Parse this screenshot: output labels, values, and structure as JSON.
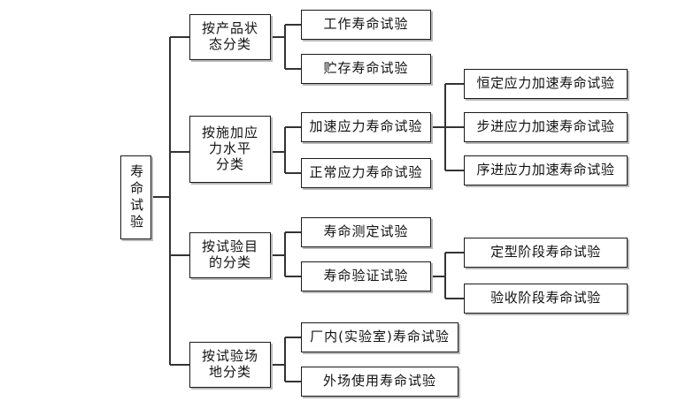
{
  "diagram": {
    "type": "tree",
    "orientation": "left-to-right",
    "background_color": "#ffffff",
    "box_border_color": "#1a1a1a",
    "box_fill_color": "#ffffff",
    "shadow_color": "#b9b9b9",
    "connector_color": "#333333",
    "root": {
      "label": "寿命试验",
      "orientation": "vertical-text"
    },
    "categories": [
      {
        "label": "按产品状\n态分类",
        "children": [
          {
            "label": "工作寿命试验",
            "children": []
          },
          {
            "label": "贮存寿命试验",
            "children": []
          }
        ]
      },
      {
        "label": "按施加应\n力水平\n分类",
        "children": [
          {
            "label": "加速应力寿命试验",
            "children": [
              {
                "label": "恒定应力加速寿命试验"
              },
              {
                "label": "步进应力加速寿命试验"
              },
              {
                "label": "序进应力加速寿命试验"
              }
            ]
          },
          {
            "label": "正常应力寿命试验",
            "children": []
          }
        ]
      },
      {
        "label": "按试验目\n的分类",
        "children": [
          {
            "label": "寿命测定试验",
            "children": []
          },
          {
            "label": "寿命验证试验",
            "children": [
              {
                "label": "定型阶段寿命试验"
              },
              {
                "label": "验收阶段寿命试验"
              }
            ]
          }
        ]
      },
      {
        "label": "按试验场\n地分类",
        "children": [
          {
            "label": "厂内(实验室)寿命试验",
            "children": []
          },
          {
            "label": "外场使用寿命试验",
            "children": []
          }
        ]
      }
    ]
  }
}
